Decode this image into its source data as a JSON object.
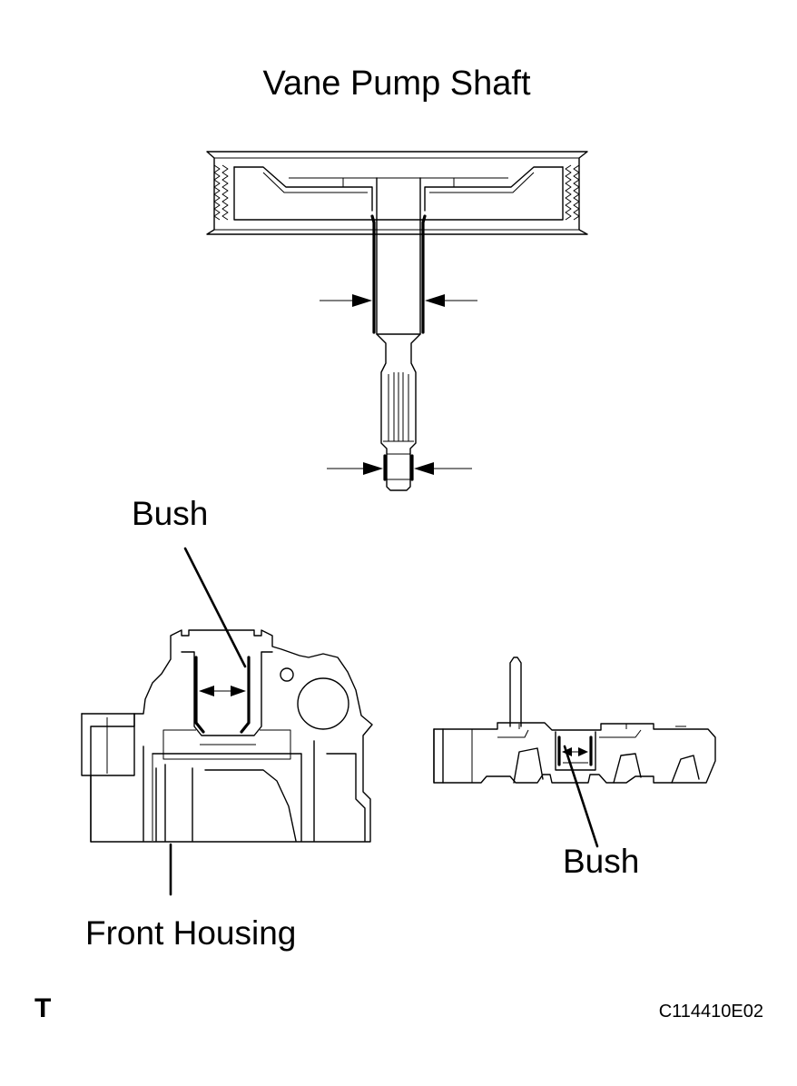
{
  "title": "Vane Pump Shaft",
  "labels": {
    "bush_left": "Bush",
    "bush_right": "Bush",
    "front_housing": "Front Housing",
    "corner_mark": "T",
    "figure_code": "C114410E02"
  }
}
